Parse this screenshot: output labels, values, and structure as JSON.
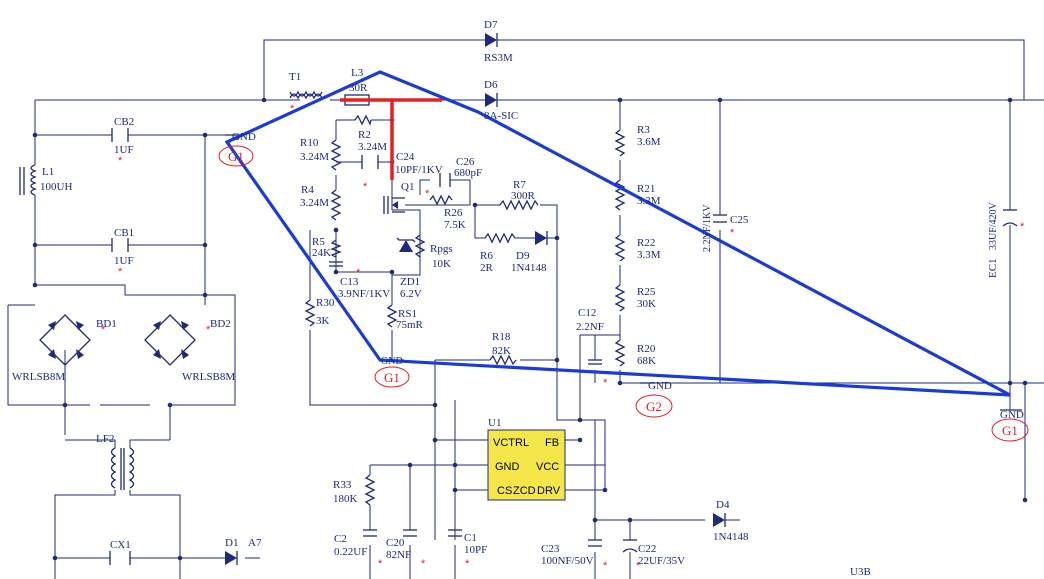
{
  "colors": {
    "wire": "#1e2a7a",
    "highlight_red": "#e62020",
    "overlay_blue": "#1a3bd6",
    "ic_fill": "#f5e64a",
    "ground_circle": "#e02020"
  },
  "labels": {
    "D7": "D7",
    "D7_val": "RS3M",
    "D6": "D6",
    "D6_val": "8A-SIC",
    "T1": "T1",
    "L3": "L3",
    "L3_val": "30R",
    "CB2": "CB2",
    "CB2_val": "1UF",
    "CB1": "CB1",
    "CB1_val": "1UF",
    "L1": "L1",
    "L1_val": "100UH",
    "BD1": "BD1",
    "BD1_val": "WRLSB8M",
    "BD2": "BD2",
    "BD2_val": "WRLSB8M",
    "LF2": "LF2",
    "CX1": "CX1",
    "D1": "D1",
    "A7": "A7",
    "R10": "R10",
    "R10_val": "3.24M",
    "R2": "R2",
    "R2_val": "3.24M",
    "R4": "R4",
    "R4_val": "3.24M",
    "R5": "R5",
    "R5_val": "24K",
    "R30": "R30",
    "R30_val": "3K",
    "C13": "C13",
    "C13_val": "3.9NF/1KV",
    "C24": "C24",
    "C24_val": "10PF/1KV",
    "C26": "C26",
    "C26_val": "680pF",
    "Q1": "Q1",
    "R7": "R7",
    "R7_val": "300R",
    "R26": "R26",
    "R26_val": "7.5K",
    "Rpgs": "Rpgs",
    "Rpgs_val": "10K",
    "R6": "R6",
    "R6_val": "2R",
    "D9": "D9",
    "D9_val": "1N4148",
    "ZD1": "ZD1",
    "ZD1_val": "6.2V",
    "RS1": "RS1",
    "RS1_val": "75mR",
    "R18": "R18",
    "R18_val": "82K",
    "C12": "C12",
    "C12_val": "2.2NF",
    "R3": "R3",
    "R3_val": "3.6M",
    "R21": "R21",
    "R21_val": "3.3M",
    "R22": "R22",
    "R22_val": "3.3M",
    "R25": "R25",
    "R25_val": "30K",
    "R20": "R20",
    "R20_val": "68K",
    "C25": "C25",
    "C25_val": "2.2NF/1KV",
    "EC1": "EC1",
    "EC1_val": "33UF/420V",
    "U1": "U1",
    "U1_pins": {
      "vctrl": "VCTRL",
      "fb": "FB",
      "gnd": "GND",
      "vcc": "VCC",
      "cs": "CS",
      "zcd": "ZCD",
      "drv": "DRV"
    },
    "R33": "R33",
    "R33_val": "180K",
    "C2": "C2",
    "C2_val": "0.22UF",
    "C20": "C20",
    "C20_val": "82NF",
    "C1": "C1",
    "C1_val": "10PF",
    "C23": "C23",
    "C23_val": "100NF/50V",
    "C22": "C22",
    "C22_val": "22UF/35V",
    "D4": "D4",
    "D4_val": "1N4148",
    "U3B": "U3B",
    "GND": "GND",
    "G1": "G1",
    "G2": "G2",
    "star": "*"
  }
}
